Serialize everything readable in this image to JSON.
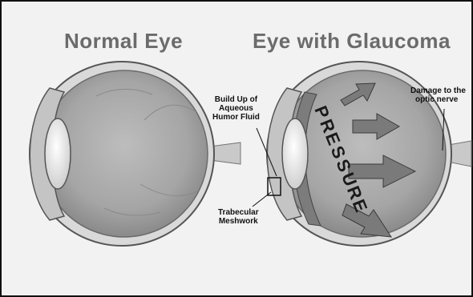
{
  "titles": {
    "normal": "Normal Eye",
    "glaucoma": "Eye with Glaucoma"
  },
  "labels": {
    "buildup": [
      "Build Up of",
      "Aqueous",
      "Humor Fluid"
    ],
    "trabecular": [
      "Trabecular",
      "Meshwork"
    ],
    "damage": [
      "Damage to the",
      "optic nerve"
    ],
    "pressure": "PRESSURE"
  },
  "colors": {
    "background": "#f2f2f2",
    "eyeball": "#a6a6a6",
    "vitreous": "#8e8e8e",
    "arrow": "#7a7a7a",
    "title": "#6b6b6b"
  }
}
